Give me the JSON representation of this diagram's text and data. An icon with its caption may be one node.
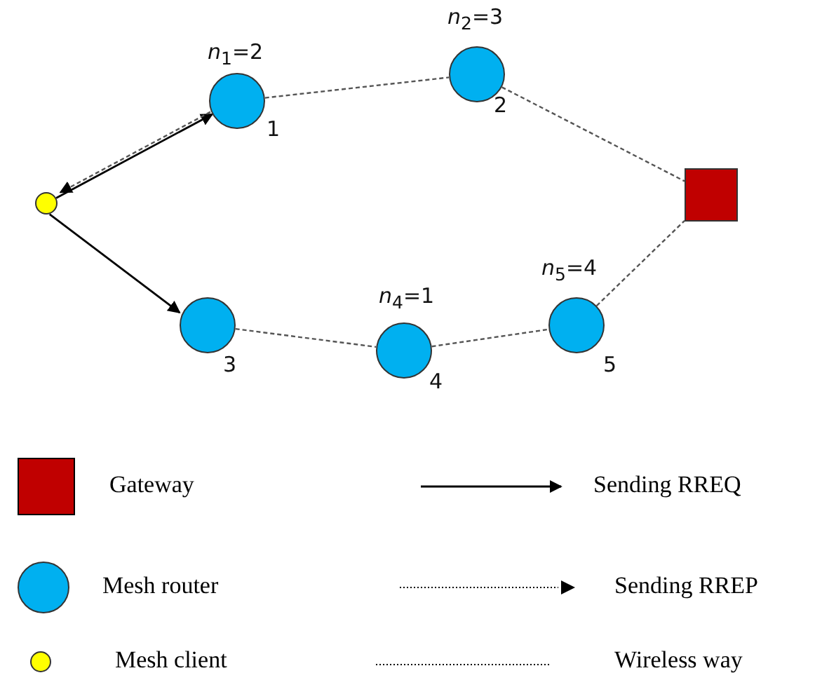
{
  "diagram": {
    "nodes": [
      {
        "text": [],
        "shape": "circle"
      },
      {
        "text": [],
        "shape": "circle",
        "beside": [
          "*n*$_{1}$=2",
          "1"
        ]
      },
      {
        "text": [],
        "shape": "circle",
        "beside": [
          "*n*$_{2}$=3",
          "2"
        ]
      },
      {
        "text": [],
        "shape": "circle",
        "beside": [
          "3"
        ]
      },
      {
        "text": [],
        "shape": "circle",
        "beside": [
          "*n*$_{4}$=1",
          "4"
        ]
      },
      {
        "text": [],
        "shape": "circle",
        "beside": [
          "*n*$_{5}$=4",
          "5"
        ]
      },
      {
        "text": [],
        "shape": "box"
      }
    ],
    "edges": [
      {
        "from": 0,
        "to": 1,
        "arrow": "to"
      },
      {
        "from": 1,
        "to": 0,
        "arrow": "to",
        "style": "dashed"
      },
      {
        "from": 0,
        "to": 3,
        "arrow": "to"
      },
      {
        "from": 1,
        "to": 2,
        "arrow": "none",
        "style": "dashed"
      },
      {
        "from": 2,
        "to": 6,
        "arrow": "none",
        "style": "dashed"
      },
      {
        "from": 3,
        "to": 4,
        "arrow": "none",
        "style": "dashed"
      },
      {
        "from": 4,
        "to": 5,
        "arrow": "none",
        "style": "dashed"
      },
      {
        "from": 5,
        "to": 6,
        "arrow": "none",
        "style": "dashed"
      }
    ],
    "legend": [
      {
        "text": "Gateway",
        "color": "#c00000"
      },
      {
        "text": "Sending RREQ"
      },
      {
        "text": "Mesh router",
        "color": "#00b0f0"
      },
      {
        "text": "Sending RREP"
      },
      {
        "text": "Mesh client",
        "color": "#ffff00"
      },
      {
        "text": "Wireless way"
      }
    ]
  }
}
